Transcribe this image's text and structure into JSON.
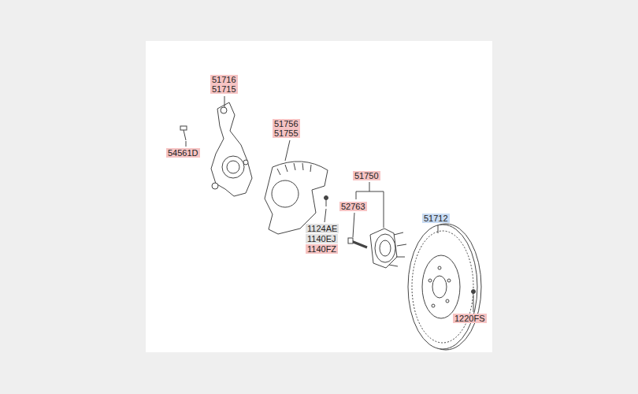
{
  "diagram": {
    "labels": [
      "51716",
      "51715",
      "54561D",
      "51756",
      "51755",
      "51750",
      "52763",
      "1124AE",
      "1140EJ",
      "1140FZ",
      "51712",
      "1220FS"
    ]
  }
}
